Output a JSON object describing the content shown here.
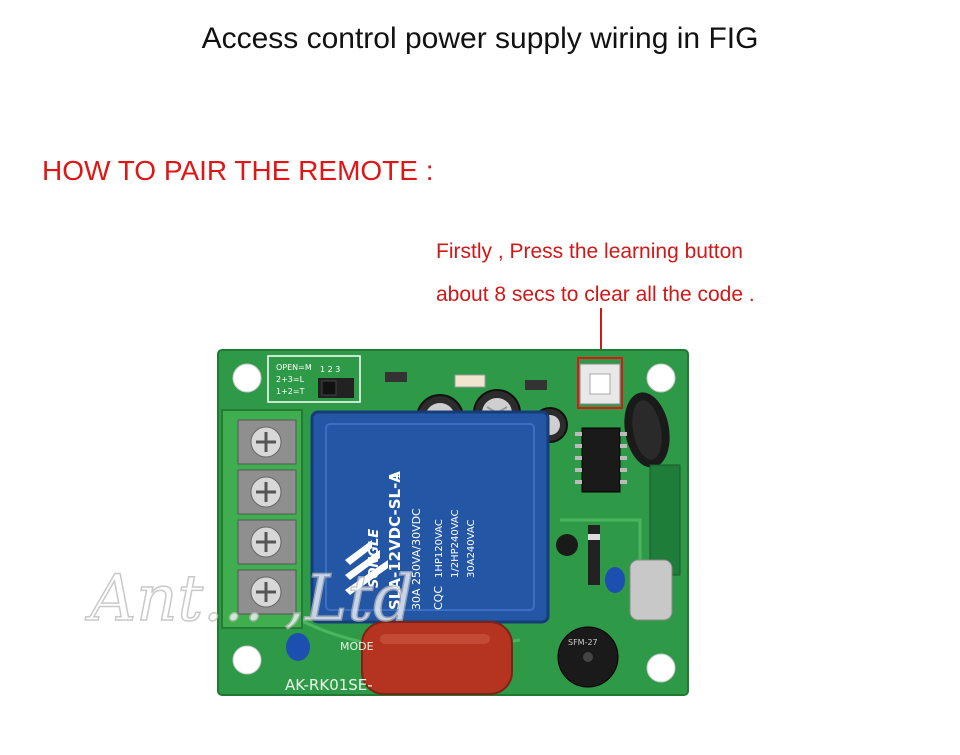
{
  "title": "Access control power supply wiring in FIG",
  "section_heading": "HOW TO PAIR THE REMOTE :",
  "instruction": {
    "line1": "Firstly , Press the learning button",
    "line2": "about 8 secs to clear all the code ."
  },
  "colors": {
    "heading_red": "#e01515",
    "pcb_green": "#2e9a48",
    "relay_blue": "#2456a6",
    "capacitor_red": "#b5341f",
    "terminal_green": "#3fae4f"
  },
  "board": {
    "relay_brand": "SONGLE",
    "relay_model": "SLA-12VDC-SL-A",
    "relay_spec_1": "30A 250VA/30VDC",
    "relay_spec_2": "1HP120VAC",
    "relay_spec_3": "1/2HP240VAC",
    "relay_spec_4": "30A240VAC",
    "relay_cqc": "CQC",
    "relay_pin": "1",
    "board_label": "AK-RK01SE-",
    "mode_label": "MODE",
    "jumper_label": "OPEN=M",
    "jumper_1": "1+2=T",
    "jumper_2": "2+3=L",
    "jumper_pins": "1  2  3",
    "buzzer_label": "SFM-27"
  },
  "watermark": "Ant... ,Ltd"
}
